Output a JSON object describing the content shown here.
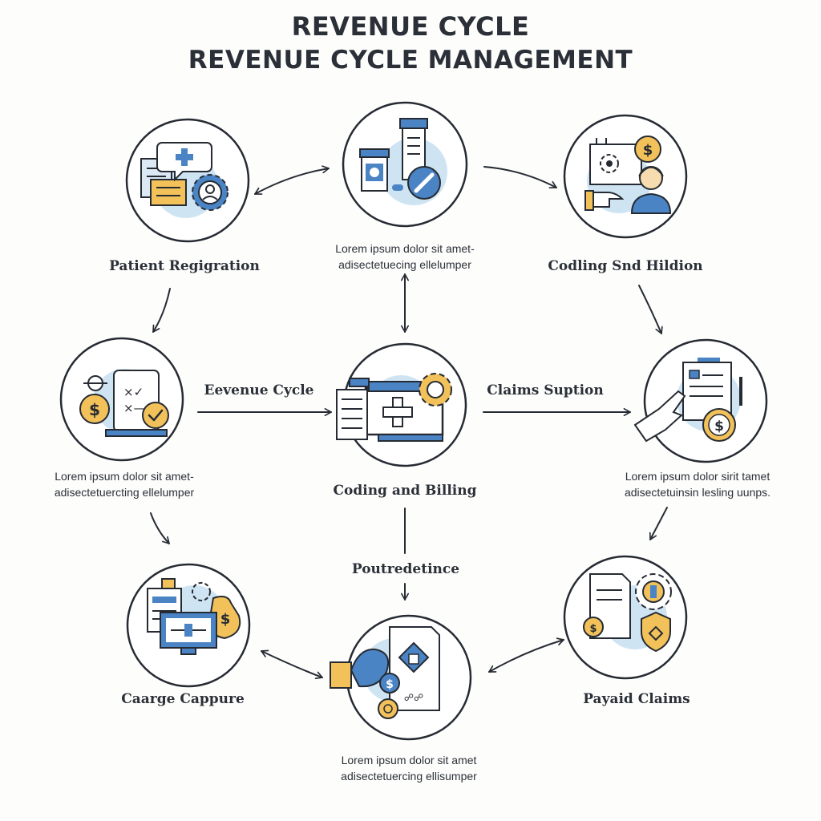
{
  "title": {
    "line1": "REVENUE CYCLE",
    "line2": "REVENUE CYCLE MANAGEMENT"
  },
  "nodes": [
    {
      "label": "Patient Regigration",
      "icon": "patient-registration-icon"
    },
    {
      "label": "",
      "icon": "lab-medication-icon",
      "desc": [
        "Lorem ipsum dolor sit amet-",
        "adisectetuecing ellelumper"
      ]
    },
    {
      "label": "Codling Snd Hildion",
      "icon": "coding-payment-icon"
    },
    {
      "label": "",
      "icon": "billing-checklist-icon",
      "desc": [
        "Lorem ipsum dolor sit amet-",
        "adisectetuercting ellelumper"
      ]
    },
    {
      "label": "Coding and Billing",
      "icon": "coding-billing-computer-icon"
    },
    {
      "label": "",
      "icon": "claims-submission-icon",
      "desc": [
        "Lorem ipsum dolor sirit tamet",
        "adisectetuinsin lesling uunps."
      ]
    },
    {
      "label": "Caarge Cappure",
      "icon": "charge-capture-icon"
    },
    {
      "label": "",
      "icon": "post-adjudication-icon",
      "desc": [
        "Lorem ipsum dolor sit amet",
        "adisectetuercing ellisumper"
      ]
    },
    {
      "label": "Payaid Claims",
      "icon": "paid-claims-icon"
    }
  ],
  "connector_labels": {
    "revenue_cycle": "Eevenue Cycle",
    "claims_submission": "Claims Suption",
    "post_adjudication": "Poutredetince"
  },
  "colors": {
    "outline": "#262b33",
    "accent_blue": "#4a84c4",
    "light_blue": "#cfe4f3",
    "gold": "#f2c15a"
  }
}
